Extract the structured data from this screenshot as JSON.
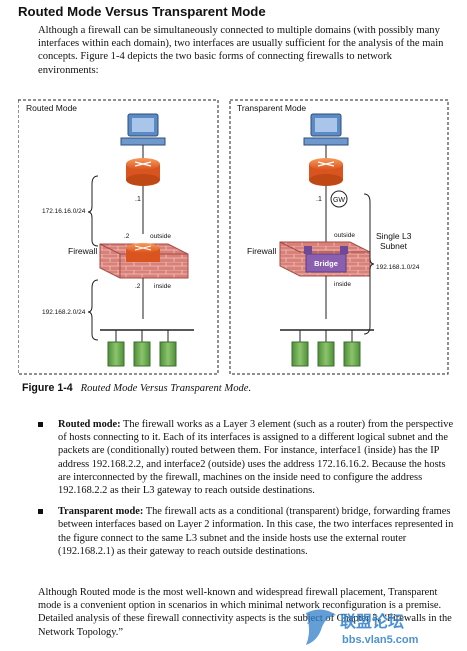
{
  "heading": "Routed Mode Versus Transparent Mode",
  "intro": "Although a firewall can be simultaneously connected to multiple domains (with possibly many interfaces within each domain), two interfaces are usually sufficient for the analysis of the main concepts. Figure 1-4 depicts the two basic forms of connecting firewalls to network environments:",
  "figure": {
    "left_title": "Routed Mode",
    "right_title": "Transparent Mode",
    "left": {
      "outer_subnet": "172.16.16.0/24",
      "inner_subnet": "192.168.2.0/24",
      "firewall": "Firewall",
      "router_if": ".1",
      "outside_if": ".2",
      "outside": "outside",
      "inside_if": ".2",
      "inside": "inside"
    },
    "right": {
      "gw": "GW",
      "router_if": ".1",
      "outside": "outside",
      "firewall": "Firewall",
      "bridge": "Bridge",
      "inside": "inside",
      "single_l3_1": "Single L3",
      "single_l3_2": "Subnet",
      "subnet": "192.168.1.0/24"
    },
    "caption_label": "Figure 1-4",
    "caption_text": "Routed Mode Versus Transparent Mode."
  },
  "bullets": [
    {
      "term": "Routed mode:",
      "text": " The firewall works as a Layer 3 element (such as a router) from the perspective of hosts connecting to it. Each of its interfaces is assigned to a different logical subnet and the packets are (conditionally) routed between them. For instance, interface1 (inside) has the IP address 192.168.2.2, and interface2 (outside) uses the address 172.16.16.2. Because the hosts are interconnected by the firewall, machines on the inside need to configure the address 192.168.2.2 as their L3 gateway to reach outside destinations."
    },
    {
      "term": "Transparent mode:",
      "text": " The firewall acts as a conditional (transparent) bridge, forwarding frames between interfaces based on Layer 2 information. In this case, the two interfaces represented in the figure connect to the same L3 subnet and the inside hosts use the external router (192.168.2.1) as their gateway to reach outside destinations."
    }
  ],
  "outro": "Although Routed mode is the most well-known and widespread firewall placement, Transparent mode is a convenient option in scenarios in which minimal network reconfiguration is a premise. Detailed analysis of these firewall connectivity aspects is the subject of Chapter 5, “Firewalls in the Network Topology.”",
  "watermark": {
    "brand": "联盟论坛",
    "url": "bbs.vlan5.com"
  },
  "colors": {
    "router": "#e8642a",
    "firewall_brick": "#c96f6a",
    "bridge": "#8a5fb0",
    "host": "#6aa84f",
    "pc": "#4f7fb8",
    "watermark": "#2f7fc8"
  }
}
